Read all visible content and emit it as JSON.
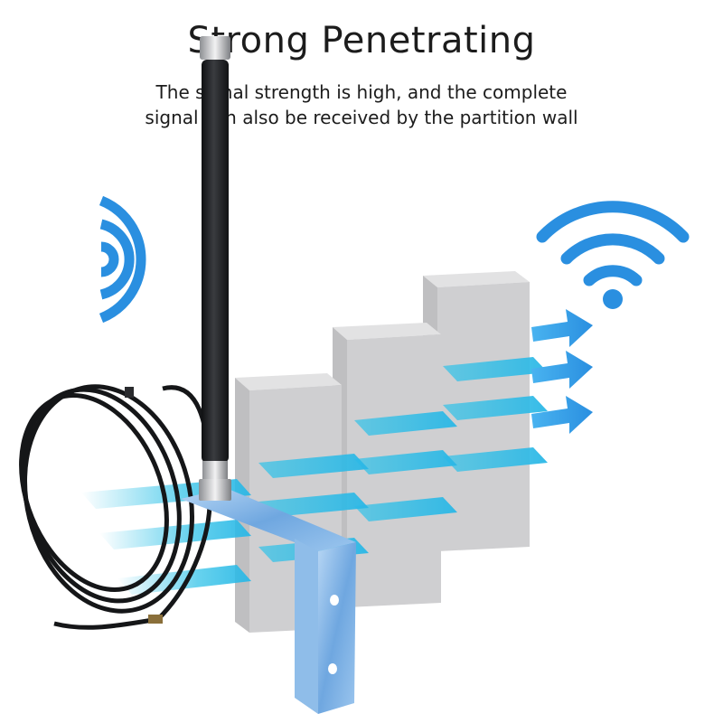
{
  "title": "Strong Penetrating",
  "subtitle_line1": "The signal strength is high, and the complete",
  "subtitle_line2": "signal can also be received by the partition wall",
  "colors": {
    "accent_blue": "#2a8fe0",
    "beam_cyan": "#34c3e8",
    "wall_front": "#cfcfd1",
    "wall_side": "#a9a9ac",
    "wall_top": "#e2e2e3",
    "antenna_black": "#1e1f22",
    "bracket_blue": "#7fb4e6"
  },
  "icons": [
    "wifi-signal-left-icon",
    "wifi-signal-right-icon"
  ]
}
